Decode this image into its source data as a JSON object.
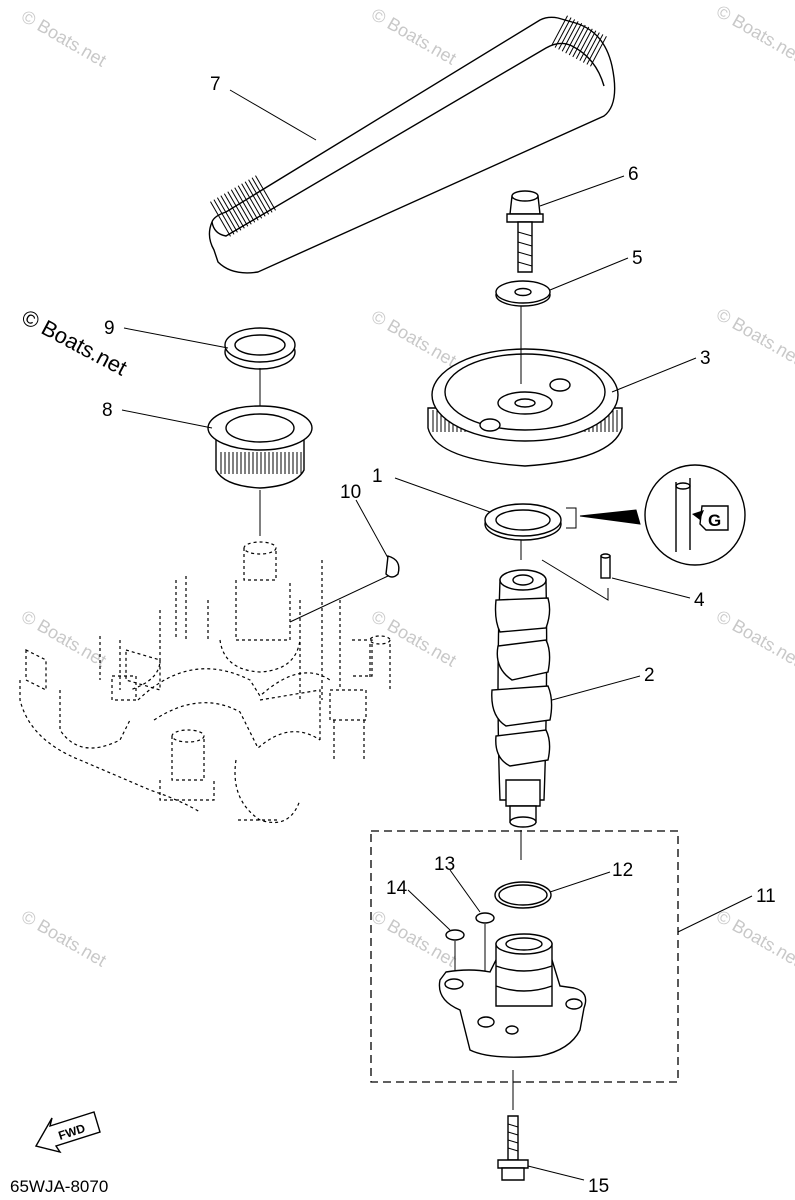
{
  "callouts": [
    {
      "label": "1"
    },
    {
      "label": "2"
    },
    {
      "label": "3"
    },
    {
      "label": "4"
    },
    {
      "label": "5"
    },
    {
      "label": "6"
    },
    {
      "label": "7"
    },
    {
      "label": "8"
    },
    {
      "label": "9"
    },
    {
      "label": "10"
    },
    {
      "label": "11"
    },
    {
      "label": "12"
    },
    {
      "label": "13"
    },
    {
      "label": "14"
    },
    {
      "label": "15"
    }
  ],
  "watermark": {
    "text": "© Boats.net"
  },
  "fwd_label": "FWD",
  "diagram_code": "65WJA-8070"
}
